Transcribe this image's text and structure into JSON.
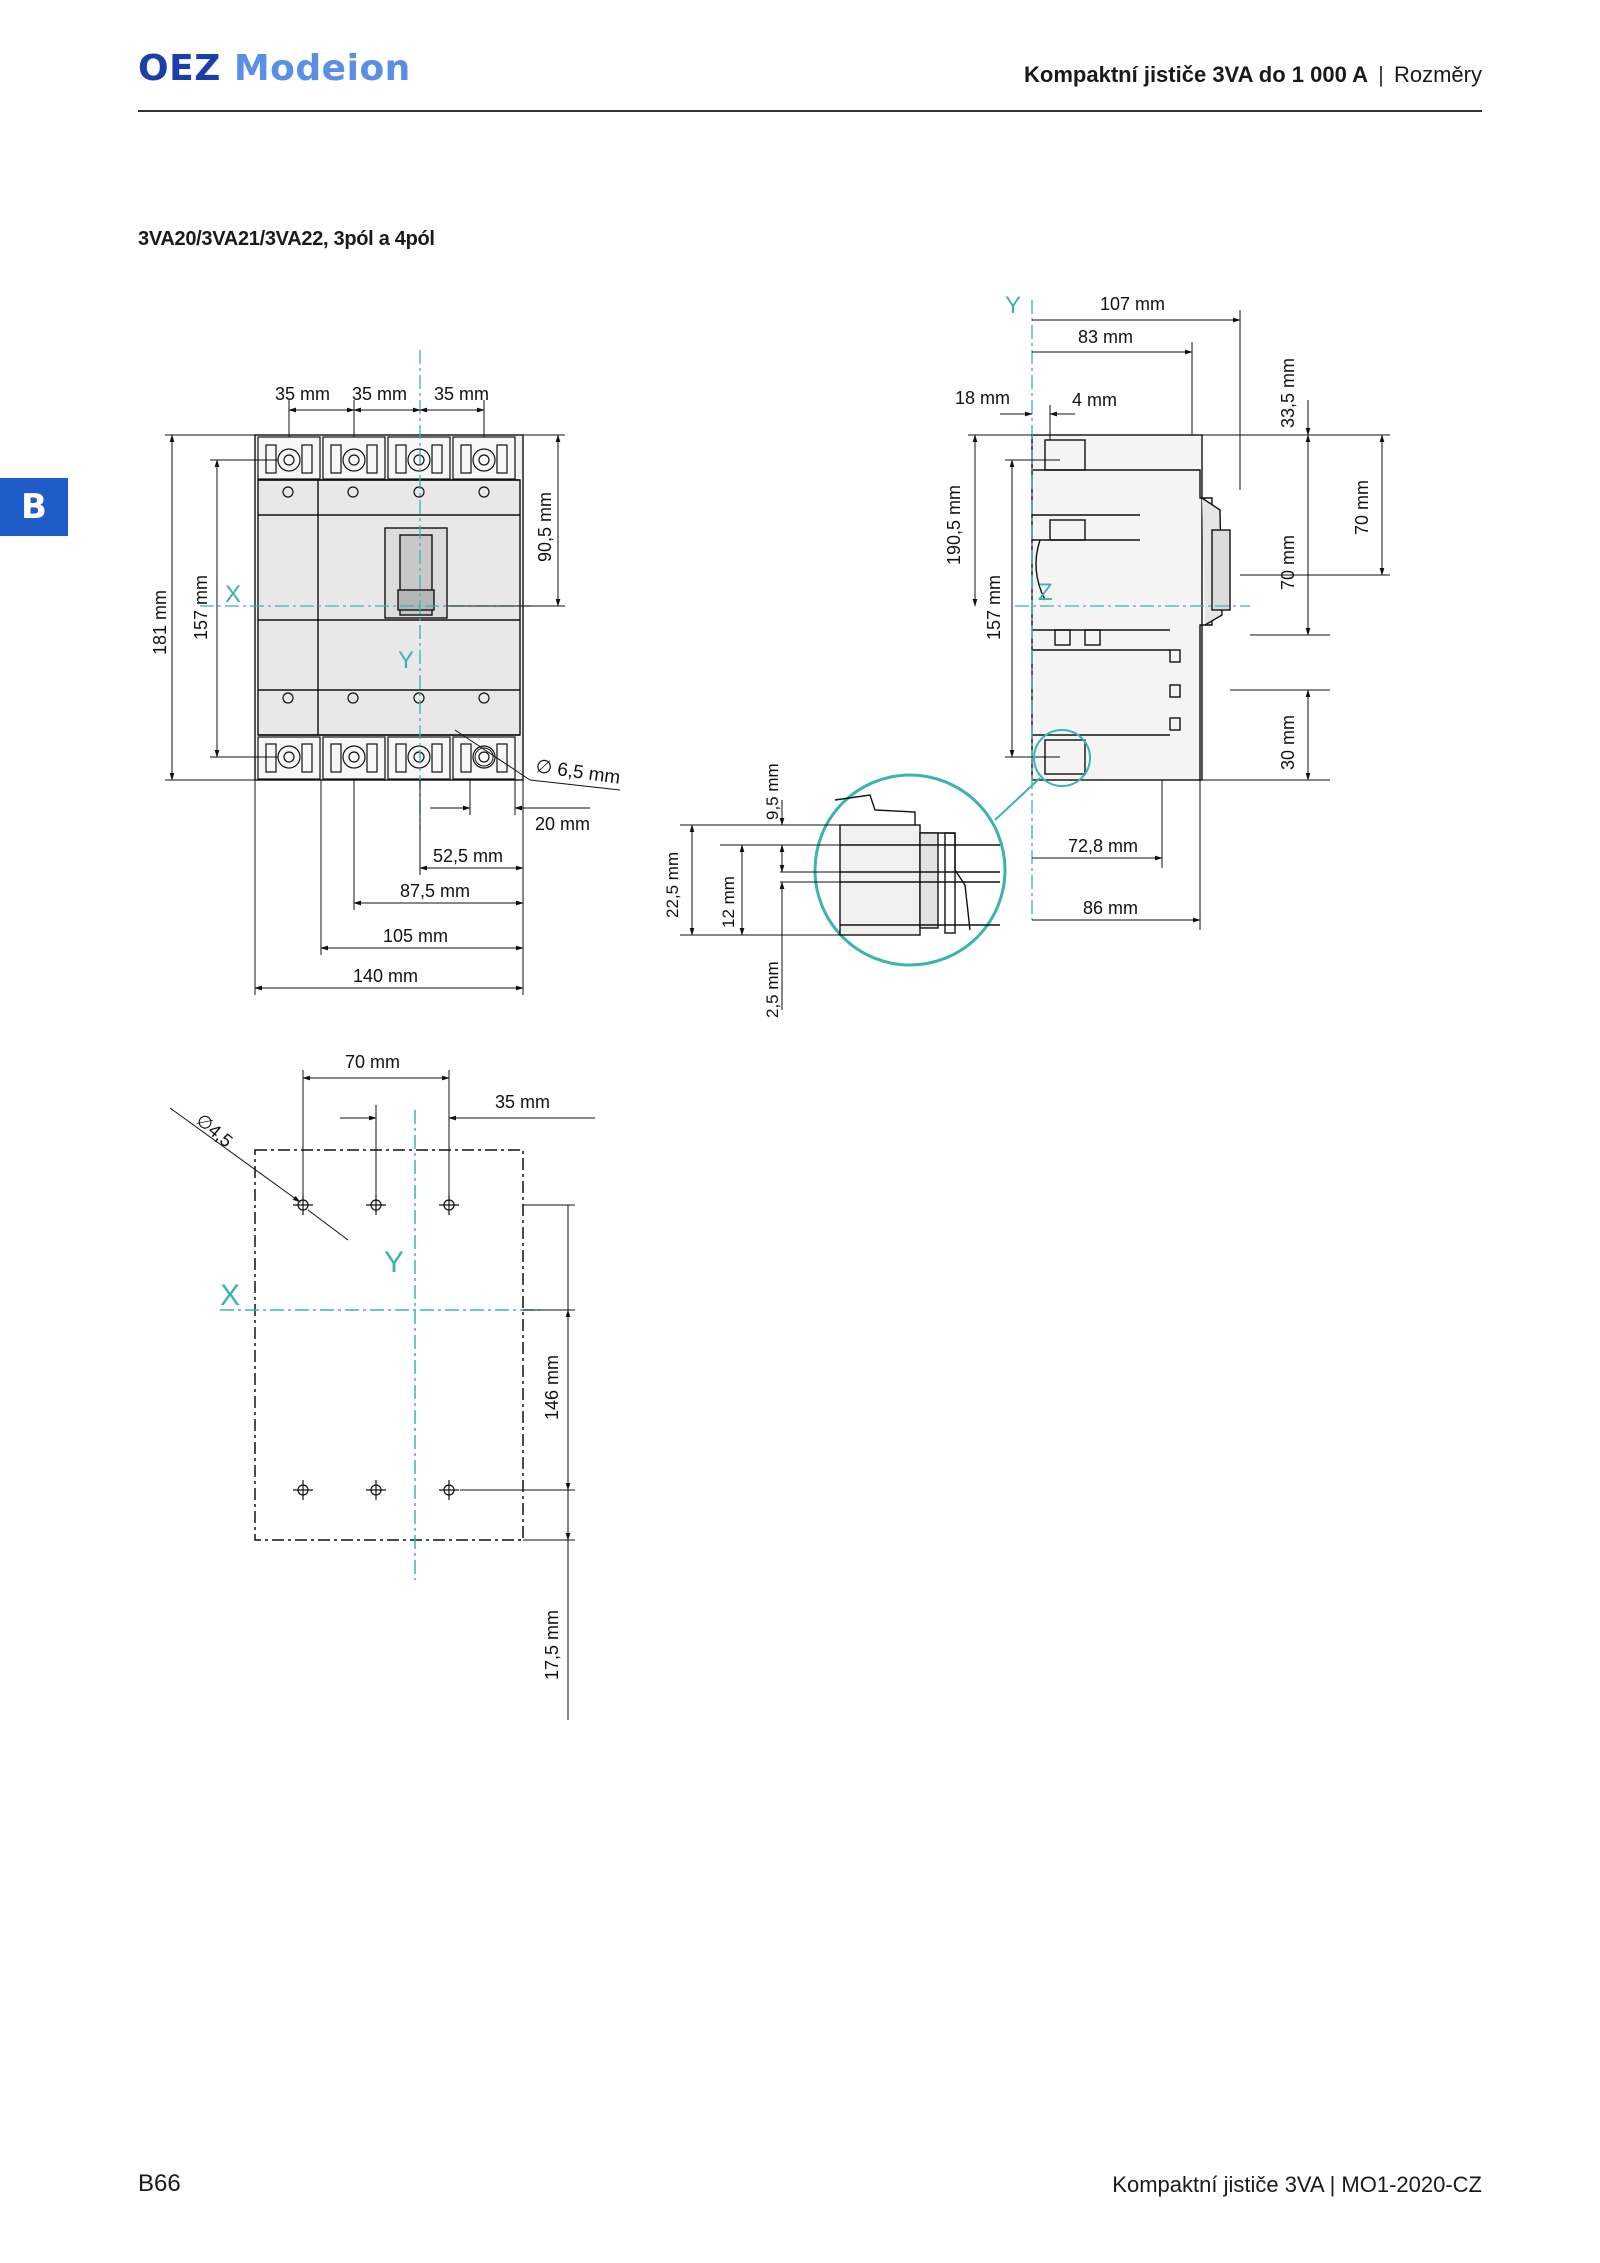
{
  "header": {
    "logo_part1": "OEZ",
    "logo_part2": "Modeion",
    "title_bold": "Kompaktní jističe 3VA do 1 000 A",
    "separator": "|",
    "title_section": "Rozměry"
  },
  "side_tab": "B",
  "section_title": "3VA20/3VA21/3VA22, 3pól a 4pól",
  "front_view": {
    "dim_top_1": "35 mm",
    "dim_top_2": "35 mm",
    "dim_top_3": "35 mm",
    "dim_height_total": "181 mm",
    "dim_height_mount": "157 mm",
    "dim_handle": "90,5 mm",
    "dim_hole": "∅ 6,5 mm",
    "dim_edge": "20 mm",
    "dim_52": "52,5 mm",
    "dim_87": "87,5 mm",
    "dim_105": "105 mm",
    "dim_140": "140 mm",
    "axis_x": "X",
    "axis_y": "Y"
  },
  "side_view": {
    "axis_y": "Y",
    "axis_z": "Z",
    "dim_107": "107 mm",
    "dim_83": "83 mm",
    "dim_18": "18 mm",
    "dim_4": "4 mm",
    "dim_33": "33,5 mm",
    "dim_70a": "70 mm",
    "dim_70b": "70 mm",
    "dim_30": "30 mm",
    "dim_190": "190,5 mm",
    "dim_157": "157 mm",
    "dim_72": "72,8 mm",
    "dim_86": "86 mm"
  },
  "detail": {
    "dim_9": "9,5 mm",
    "dim_22": "22,5 mm",
    "dim_12": "12 mm",
    "dim_2": "2,5 mm"
  },
  "drill": {
    "dim_70": "70 mm",
    "dim_35": "35 mm",
    "dim_hole": "∅4,5",
    "dim_146": "146 mm",
    "dim_17": "17,5 mm",
    "axis_x": "X",
    "axis_y": "Y"
  },
  "footer": {
    "page_number": "B66",
    "doc_name": "Kompaktní jističe 3VA",
    "separator": "|",
    "doc_code": "MO1-2020-CZ"
  },
  "colors": {
    "brand_dark": "#1b3fa8",
    "brand_light": "#5b8fe6",
    "tab": "#1e5cc8",
    "axis": "#3bb3b0"
  }
}
